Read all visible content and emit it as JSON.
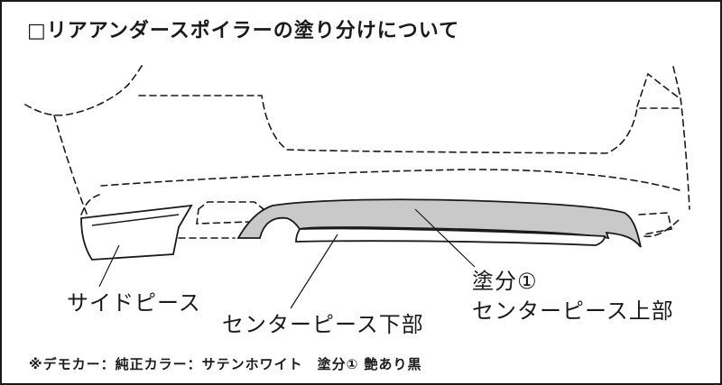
{
  "title": "□リアアンダースポイラーの塗り分けについて",
  "labels": {
    "side_piece": "サイドピース",
    "center_lower": "センターピース下部",
    "center_upper_paint": "塗分①",
    "center_upper": "センターピース上部"
  },
  "footnote": "※デモカー：純正カラー：サテンホワイト　塗分① 艶あり黒",
  "colors": {
    "line": "#1a1a1a",
    "upper_fill": "#c9c9c9",
    "background": "#ffffff"
  }
}
